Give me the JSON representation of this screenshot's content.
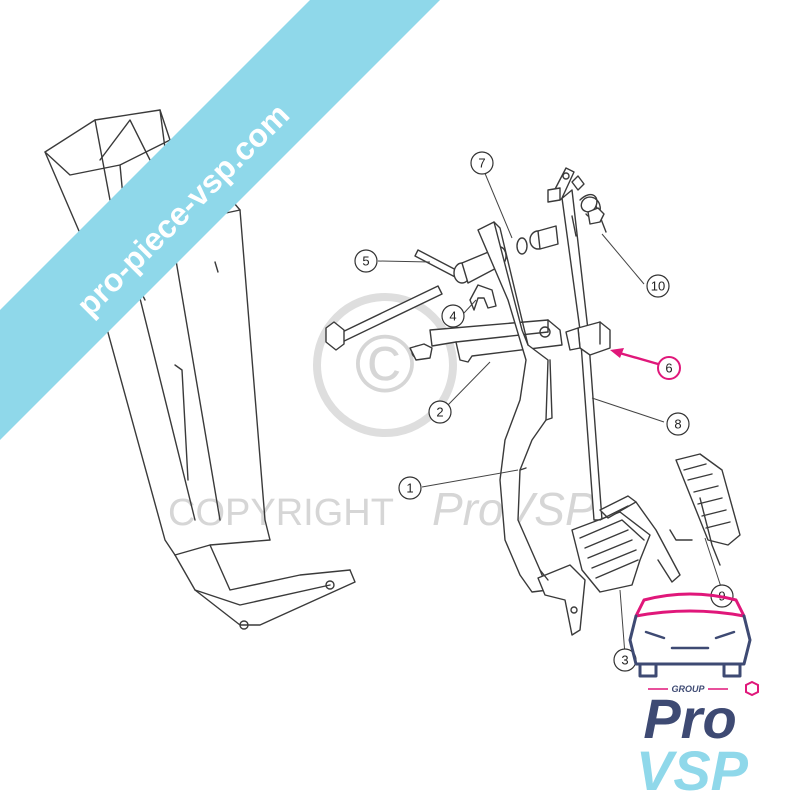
{
  "diagram": {
    "callouts": [
      {
        "id": "1",
        "label": "1"
      },
      {
        "id": "2",
        "label": "2"
      },
      {
        "id": "3",
        "label": "3"
      },
      {
        "id": "4",
        "label": "4"
      },
      {
        "id": "5",
        "label": "5"
      },
      {
        "id": "6",
        "label": "6",
        "highlight": true
      },
      {
        "id": "7",
        "label": "7"
      },
      {
        "id": "8",
        "label": "8"
      },
      {
        "id": "9",
        "label": "9"
      },
      {
        "id": "10",
        "label": "10"
      }
    ],
    "highlight_color": "#e0177a"
  },
  "watermark": {
    "copyright_text": "COPYRIGHT",
    "brand_text": "ProVSP",
    "symbol": "©"
  },
  "banner": {
    "text": "pro-piece-vsp.com",
    "color": "#8fd8ea"
  },
  "logo": {
    "group_label": "GROUP",
    "line1": "Pro",
    "line2": "VSP",
    "color_dark": "#3e4a73",
    "color_light": "#8fd8ea",
    "color_accent": "#e0177a"
  }
}
